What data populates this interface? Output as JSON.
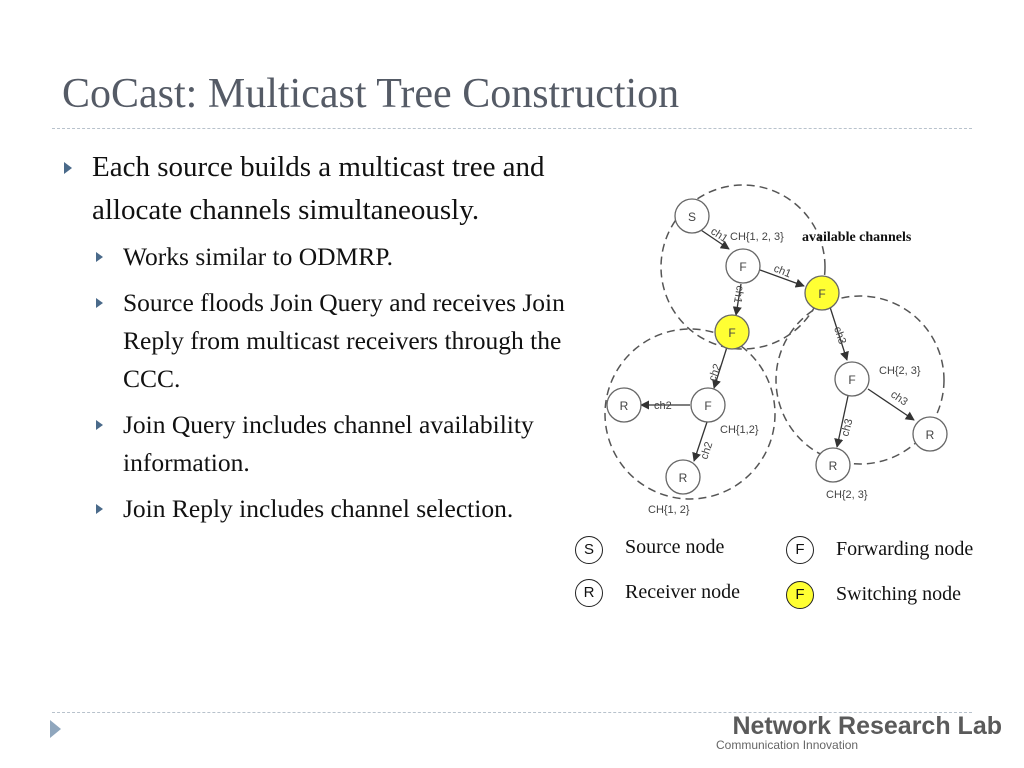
{
  "slide": {
    "title": "CoCast: Multicast Tree Construction",
    "bullets": [
      {
        "text": "Each source builds a multicast tree and allocate channels simultaneously.",
        "sub": [
          "Works similar to ODMRP.",
          "Source floods Join Query and receives Join Reply from multicast receivers through the CCC.",
          "Join Query includes channel availability information.",
          "Join Reply includes channel selection."
        ]
      }
    ]
  },
  "diagram": {
    "node_labels": {
      "s": "S",
      "f1": "F",
      "f_sw1": "F",
      "f_sw2": "F",
      "f_mid": "F",
      "f_right": "F",
      "r_left": "R",
      "r_bottom": "R",
      "r_mid": "R",
      "r_right": "R"
    },
    "edge_labels": {
      "s_f1": "ch1",
      "f1_fsw1": "ch1",
      "f1_fsw2": "ch1",
      "fsw2_fmid": "ch2",
      "fmid_rleft": "ch2",
      "fmid_rbottom": "ch2",
      "fsw1_fright": "ch3",
      "fright_rright": "ch3",
      "fright_rmid": "ch3"
    },
    "annotations": {
      "ch_top": "CH{1, 2, 3}",
      "available": "available channels",
      "ch_left_mid": "CH{1,2}",
      "ch_left_bottom": "CH{1, 2}",
      "ch_right_top": "CH{2, 3}",
      "ch_right_bottom": "CH{2, 3}"
    },
    "colors": {
      "switching_fill": "#ffff33",
      "node_stroke": "#555555",
      "circle_stroke": "#555555"
    }
  },
  "legend": {
    "source_letter": "S",
    "source_label": "Source node",
    "receiver_letter": "R",
    "receiver_label": "Receiver node",
    "forwarding_letter": "F",
    "forwarding_label": "Forwarding node",
    "switching_letter": "F",
    "switching_label": "Switching node"
  },
  "footer": {
    "lab_name": "Network Research Lab",
    "lab_tagline": "Communication Innovation"
  }
}
